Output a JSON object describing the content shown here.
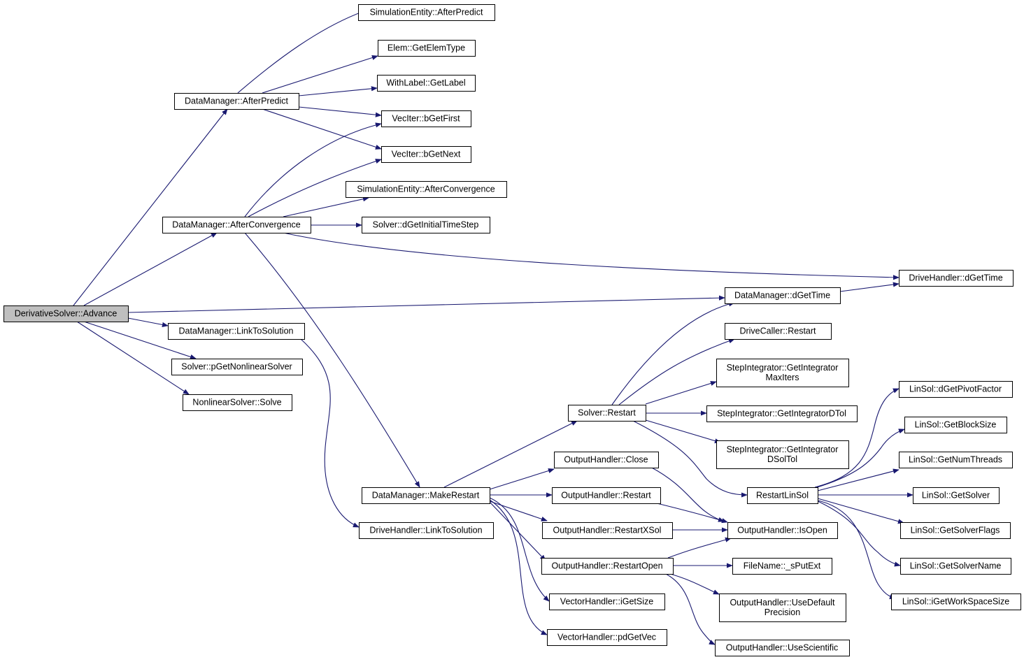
{
  "graph": {
    "colors": {
      "edge": "#191970",
      "root_fill": "#bfbfbf",
      "node_fill": "#ffffff",
      "border": "#000000"
    },
    "nodes": [
      {
        "id": "n0",
        "lines": [
          "DerivativeSolver::Advance"
        ],
        "root": true
      },
      {
        "id": "n1",
        "lines": [
          "DataManager::AfterPredict"
        ]
      },
      {
        "id": "n2",
        "lines": [
          "DataManager::AfterConvergence"
        ]
      },
      {
        "id": "n3",
        "lines": [
          "DataManager::LinkToSolution"
        ]
      },
      {
        "id": "n4",
        "lines": [
          "Solver::pGetNonlinearSolver"
        ]
      },
      {
        "id": "n5",
        "lines": [
          "NonlinearSolver::Solve"
        ]
      },
      {
        "id": "n6",
        "lines": [
          "SimulationEntity::AfterPredict"
        ]
      },
      {
        "id": "n7",
        "lines": [
          "Elem::GetElemType"
        ]
      },
      {
        "id": "n8",
        "lines": [
          "WithLabel::GetLabel"
        ]
      },
      {
        "id": "n9",
        "lines": [
          "VecIter::bGetFirst"
        ]
      },
      {
        "id": "n10",
        "lines": [
          "VecIter::bGetNext"
        ]
      },
      {
        "id": "n11",
        "lines": [
          "SimulationEntity::AfterConvergence"
        ]
      },
      {
        "id": "n12",
        "lines": [
          "Solver::dGetInitialTimeStep"
        ]
      },
      {
        "id": "n13",
        "lines": [
          "DriveHandler::dGetTime"
        ]
      },
      {
        "id": "n14",
        "lines": [
          "DataManager::dGetTime"
        ]
      },
      {
        "id": "n15",
        "lines": [
          "DataManager::MakeRestart"
        ]
      },
      {
        "id": "n16",
        "lines": [
          "DriveHandler::LinkToSolution"
        ]
      },
      {
        "id": "n17",
        "lines": [
          "Solver::Restart"
        ]
      },
      {
        "id": "n18",
        "lines": [
          "DriveCaller::Restart"
        ]
      },
      {
        "id": "n19",
        "lines": [
          "StepIntegrator::GetIntegrator",
          "MaxIters"
        ]
      },
      {
        "id": "n20",
        "lines": [
          "StepIntegrator::GetIntegratorDTol"
        ]
      },
      {
        "id": "n21",
        "lines": [
          "StepIntegrator::GetIntegrator",
          "DSolTol"
        ]
      },
      {
        "id": "n22",
        "lines": [
          "RestartLinSol"
        ]
      },
      {
        "id": "n23",
        "lines": [
          "OutputHandler::Close"
        ]
      },
      {
        "id": "n24",
        "lines": [
          "OutputHandler::Restart"
        ]
      },
      {
        "id": "n25",
        "lines": [
          "OutputHandler::RestartXSol"
        ]
      },
      {
        "id": "n26",
        "lines": [
          "OutputHandler::RestartOpen"
        ]
      },
      {
        "id": "n27",
        "lines": [
          "VectorHandler::iGetSize"
        ]
      },
      {
        "id": "n28",
        "lines": [
          "VectorHandler::pdGetVec"
        ]
      },
      {
        "id": "n29",
        "lines": [
          "OutputHandler::IsOpen"
        ]
      },
      {
        "id": "n30",
        "lines": [
          "FileName::_sPutExt"
        ]
      },
      {
        "id": "n31",
        "lines": [
          "OutputHandler::UseDefault",
          "Precision"
        ]
      },
      {
        "id": "n32",
        "lines": [
          "OutputHandler::UseScientific"
        ]
      },
      {
        "id": "n33",
        "lines": [
          "LinSol::dGetPivotFactor"
        ]
      },
      {
        "id": "n34",
        "lines": [
          "LinSol::GetBlockSize"
        ]
      },
      {
        "id": "n35",
        "lines": [
          "LinSol::GetNumThreads"
        ]
      },
      {
        "id": "n36",
        "lines": [
          "LinSol::GetSolver"
        ]
      },
      {
        "id": "n37",
        "lines": [
          "LinSol::GetSolverFlags"
        ]
      },
      {
        "id": "n38",
        "lines": [
          "LinSol::GetSolverName"
        ]
      },
      {
        "id": "n39",
        "lines": [
          "LinSol::iGetWorkSpaceSize"
        ]
      }
    ],
    "edges": [
      [
        "n0",
        "n1"
      ],
      [
        "n0",
        "n2"
      ],
      [
        "n0",
        "n14"
      ],
      [
        "n0",
        "n3"
      ],
      [
        "n0",
        "n4"
      ],
      [
        "n0",
        "n5"
      ],
      [
        "n1",
        "n6"
      ],
      [
        "n1",
        "n7"
      ],
      [
        "n1",
        "n8"
      ],
      [
        "n1",
        "n9"
      ],
      [
        "n1",
        "n10"
      ],
      [
        "n2",
        "n9"
      ],
      [
        "n2",
        "n10"
      ],
      [
        "n2",
        "n11"
      ],
      [
        "n2",
        "n12"
      ],
      [
        "n2",
        "n13"
      ],
      [
        "n2",
        "n15"
      ],
      [
        "n3",
        "n16"
      ],
      [
        "n14",
        "n13"
      ],
      [
        "n15",
        "n17"
      ],
      [
        "n15",
        "n23"
      ],
      [
        "n15",
        "n24"
      ],
      [
        "n15",
        "n25"
      ],
      [
        "n15",
        "n26"
      ],
      [
        "n15",
        "n27"
      ],
      [
        "n15",
        "n28"
      ],
      [
        "n17",
        "n14"
      ],
      [
        "n17",
        "n18"
      ],
      [
        "n17",
        "n19"
      ],
      [
        "n17",
        "n20"
      ],
      [
        "n17",
        "n21"
      ],
      [
        "n17",
        "n22"
      ],
      [
        "n22",
        "n33"
      ],
      [
        "n22",
        "n34"
      ],
      [
        "n22",
        "n35"
      ],
      [
        "n22",
        "n36"
      ],
      [
        "n22",
        "n37"
      ],
      [
        "n22",
        "n38"
      ],
      [
        "n22",
        "n39"
      ],
      [
        "n23",
        "n29"
      ],
      [
        "n24",
        "n29"
      ],
      [
        "n25",
        "n29"
      ],
      [
        "n26",
        "n29"
      ],
      [
        "n26",
        "n30"
      ],
      [
        "n26",
        "n31"
      ],
      [
        "n26",
        "n32"
      ]
    ]
  }
}
